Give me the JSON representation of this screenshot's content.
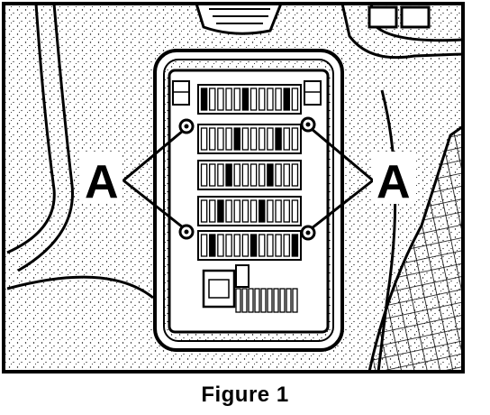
{
  "figure": {
    "caption": "Figure 1",
    "callout_left": "A",
    "callout_right": "A"
  },
  "colors": {
    "ink": "#000000",
    "paper": "#ffffff",
    "hatch": "#333333"
  }
}
